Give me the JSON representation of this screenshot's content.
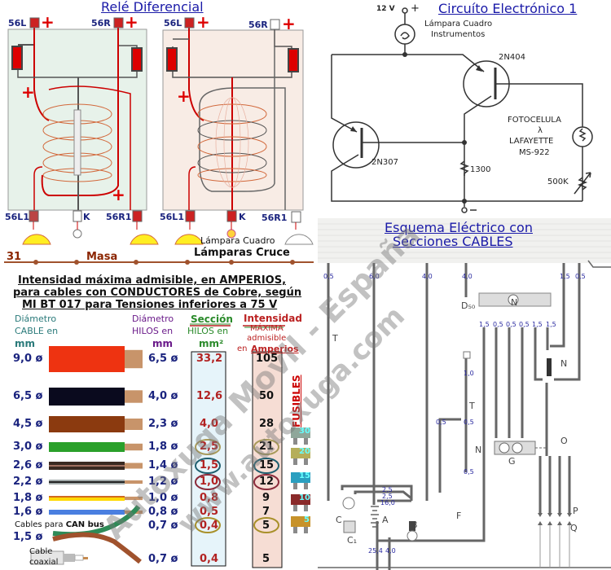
{
  "relay": {
    "title": "Relé Diferencial",
    "top_labels": [
      "56L",
      "56R",
      "56L",
      "56R"
    ],
    "bottom_labels": [
      "56L1",
      "K",
      "56R1",
      "56L1",
      "K",
      "56R1"
    ],
    "plus": "+",
    "lamp_panel": "Lámpara Cuadro",
    "lamps_low": "Lámparas Cruce",
    "ground_num": "31",
    "ground": "Masa"
  },
  "table": {
    "title_lines": [
      "Intensidad máxima admisible, en AMPERIOS,",
      "para cables con CONDUCTORES de Cobre, según",
      "MI BT 017 para Tensiones inferiores a 75 V"
    ],
    "col_cable": [
      "Diámetro",
      "CABLE en",
      "mm"
    ],
    "col_wires": [
      "Diámetro",
      "HILOS en",
      "mm"
    ],
    "col_section": [
      "Sección",
      "HILOS en",
      "mm²"
    ],
    "col_current": [
      "Intensidad",
      "MÁXIMA",
      "admisible",
      "en",
      "Amperios"
    ],
    "fuses_label": "FUSIBLES",
    "can_label_pre": "Cables para",
    "can_label_bold": "CAN bus",
    "coax_label": [
      "Cable",
      "coaxial"
    ],
    "rows": [
      {
        "cable": "9,0 ø",
        "wires": "6,5 ø",
        "section": "33,2",
        "amps": "105",
        "color": "#ee3311"
      },
      {
        "cable": "6,5 ø",
        "wires": "4,0 ø",
        "section": "12,6",
        "amps": "50",
        "color": "#0a0a1e"
      },
      {
        "cable": "4,5 ø",
        "wires": "2,3 ø",
        "section": "4,0",
        "amps": "28",
        "color": "#8b3a0f"
      },
      {
        "cable": "3,0 ø",
        "wires": "1,8 ø",
        "section": "2,5",
        "amps": "21",
        "color": "#2aa02a"
      },
      {
        "cable": "2,6 ø",
        "wires": "1,4 ø",
        "section": "1,5",
        "amps": "15",
        "color": "#3a2a22"
      },
      {
        "cable": "2,2 ø",
        "wires": "1,2 ø",
        "section": "1,0",
        "amps": "12",
        "color": "#a0a8a8"
      },
      {
        "cable": "1,8 ø",
        "wires": "1,0 ø",
        "section": "0,8",
        "amps": "9",
        "color": "#ffd800"
      },
      {
        "cable": "1,6 ø",
        "wires": "0,8 ø",
        "section": "0,5",
        "amps": "7",
        "color": "#4a7fe0"
      },
      {
        "cable": "1,5 ø",
        "wires": "0,7 ø",
        "section": "0,4",
        "amps": "5",
        "color": "#2e8b57"
      },
      {
        "cable": "",
        "wires": "0,7 ø",
        "section": "0,4",
        "amps": "5",
        "color": "#dddddd"
      }
    ],
    "fuses": [
      {
        "value": "30",
        "color": "#8fa79a"
      },
      {
        "value": "20",
        "color": "#b5ae5a"
      },
      {
        "value": "15",
        "color": "#2a9fc0"
      },
      {
        "value": "10",
        "color": "#8a2a2a"
      },
      {
        "value": "5",
        "color": "#c7922a"
      }
    ]
  },
  "circuit": {
    "title": "Circuíto Electrónico 1",
    "supply": "12 V",
    "lamp": [
      "Lámpara Cuadro",
      "Instrumentos"
    ],
    "t1": "2N404",
    "t2": "2N307",
    "resistor": "1300",
    "photocell": [
      "FOTOCELULA",
      "λ",
      "LAFAYETTE",
      "MS-922"
    ],
    "pot": "500K"
  },
  "schematic": {
    "title": [
      "Esquema Eléctrico con",
      "Secciones CABLES"
    ],
    "top_sections": [
      "0,5",
      "6,0",
      "4,0",
      "4,0",
      "1,5",
      "0,5"
    ],
    "n_sections": [
      "1,5",
      "0,5",
      "0,5",
      "0,5",
      "1,5",
      "1,5"
    ],
    "mid_sections": [
      "1,0",
      "0,5",
      "0,5",
      "0,5"
    ],
    "battery_sections": [
      "2,5",
      "2,5",
      "16,0"
    ],
    "bottom_sections": [
      "25,4",
      "4,0"
    ],
    "letters": [
      "A",
      "B",
      "C",
      "C₁",
      "F",
      "G",
      "N",
      "N",
      "N",
      "O",
      "P",
      "Q",
      "T",
      "T",
      "D₅₀"
    ]
  },
  "watermark": [
    "Autoxuga Movil - España",
    "www.autoxuga.com"
  ]
}
